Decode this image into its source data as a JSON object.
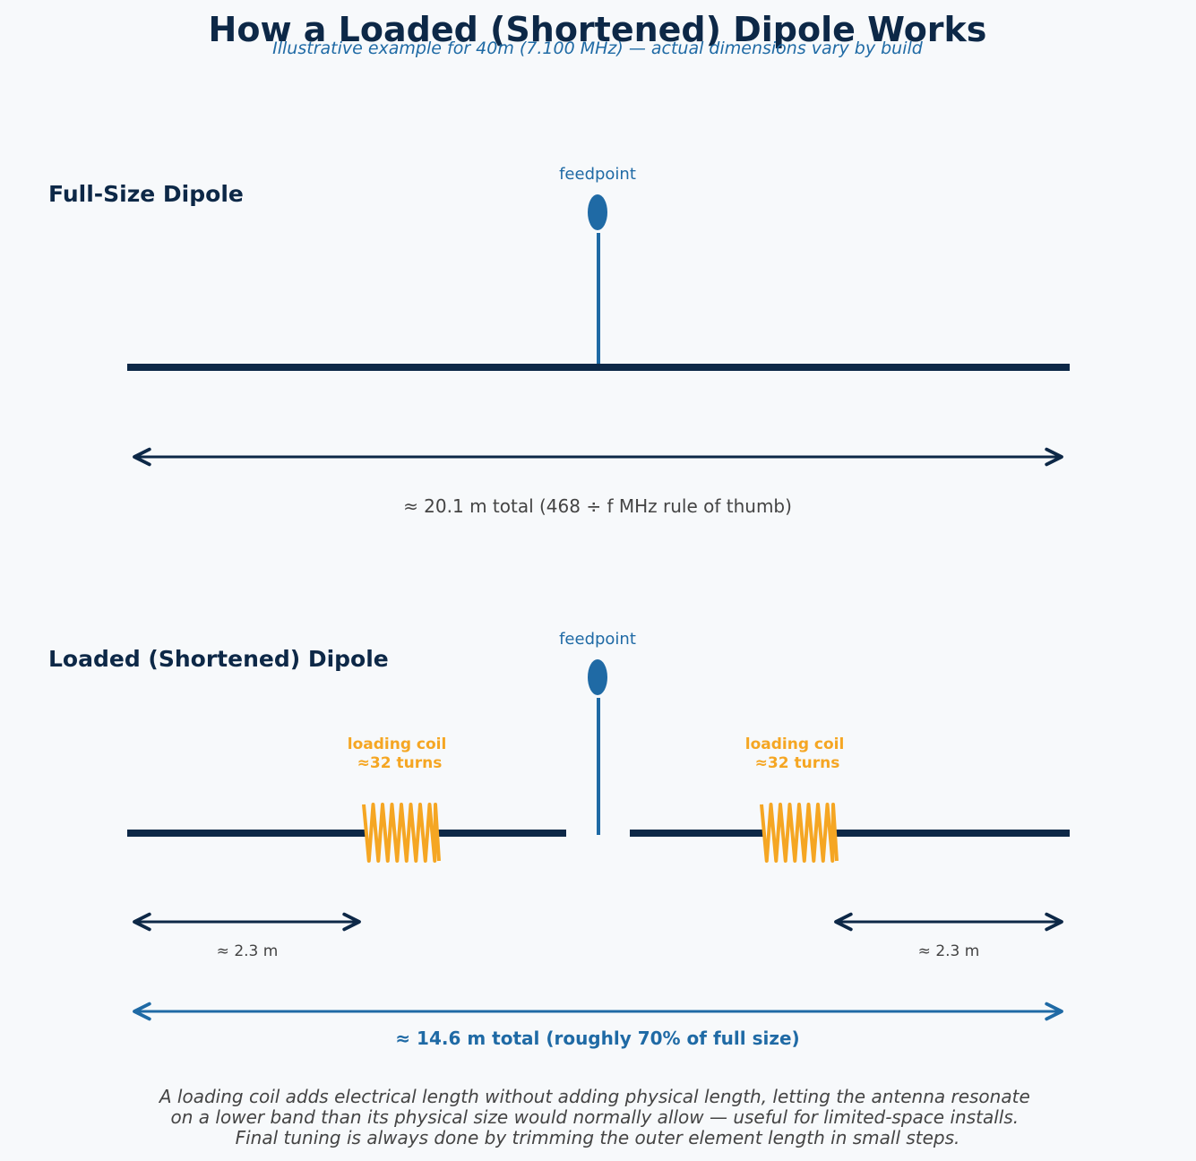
{
  "title": "How a Loaded (Shortened) Dipole Works",
  "subtitle": "Illustrative example for 40m (7.100 MHz) — actual dimensions vary by build",
  "full_size": {
    "heading": "Full-Size Dipole",
    "feedpoint_label": "feedpoint",
    "length_label": "≈ 20.1 m total (468 ÷ f MHz rule of thumb)"
  },
  "loaded": {
    "heading": "Loaded (Shortened) Dipole",
    "feedpoint_label": "feedpoint",
    "coils": [
      {
        "label_line1": "loading coil",
        "label_line2": "≈32 turns"
      },
      {
        "label_line1": "loading coil",
        "label_line2": "≈32 turns"
      }
    ],
    "tip_lengths": [
      "≈ 2.3 m",
      "≈ 2.3 m"
    ],
    "total_label": "≈ 14.6 m total (roughly 70% of full size)"
  },
  "caption": [
    "A loading coil adds electrical length without adding physical length, letting the antenna resonate",
    "on a lower band than its physical size would normally allow — useful for limited-space installs.",
    "Final tuning is always done by trimming the outer element length in small steps."
  ],
  "colors": {
    "wire": "#0d2847",
    "feed": "#1f6aa5",
    "coil": "#f5a623",
    "text_gray": "#444444",
    "background": "#f7f9fb"
  }
}
